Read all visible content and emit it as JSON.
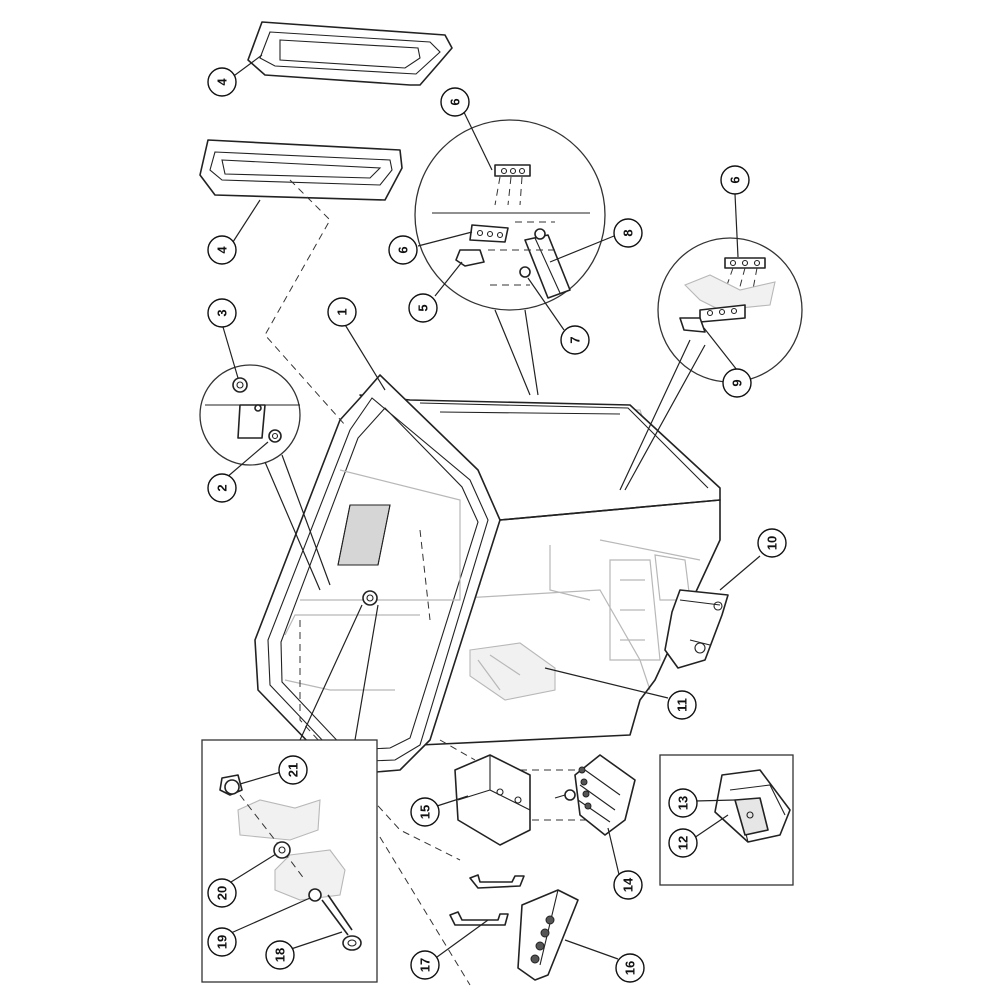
{
  "callouts": [
    {
      "id": "c4a",
      "label": "4"
    },
    {
      "id": "c4b",
      "label": "4"
    },
    {
      "id": "c6a",
      "label": "6"
    },
    {
      "id": "c6b",
      "label": "6"
    },
    {
      "id": "c6c",
      "label": "6"
    },
    {
      "id": "c8",
      "label": "8"
    },
    {
      "id": "c5",
      "label": "5"
    },
    {
      "id": "c7",
      "label": "7"
    },
    {
      "id": "c3",
      "label": "3"
    },
    {
      "id": "c1",
      "label": "1"
    },
    {
      "id": "c2",
      "label": "2"
    },
    {
      "id": "c9",
      "label": "9"
    },
    {
      "id": "c10",
      "label": "10"
    },
    {
      "id": "c11",
      "label": "11"
    },
    {
      "id": "c21",
      "label": "21"
    },
    {
      "id": "c20",
      "label": "20"
    },
    {
      "id": "c19",
      "label": "19"
    },
    {
      "id": "c18",
      "label": "18"
    },
    {
      "id": "c15",
      "label": "15"
    },
    {
      "id": "c14",
      "label": "14"
    },
    {
      "id": "c13",
      "label": "13"
    },
    {
      "id": "c12",
      "label": "12"
    },
    {
      "id": "c17",
      "label": "17"
    },
    {
      "id": "c16",
      "label": "16"
    }
  ]
}
